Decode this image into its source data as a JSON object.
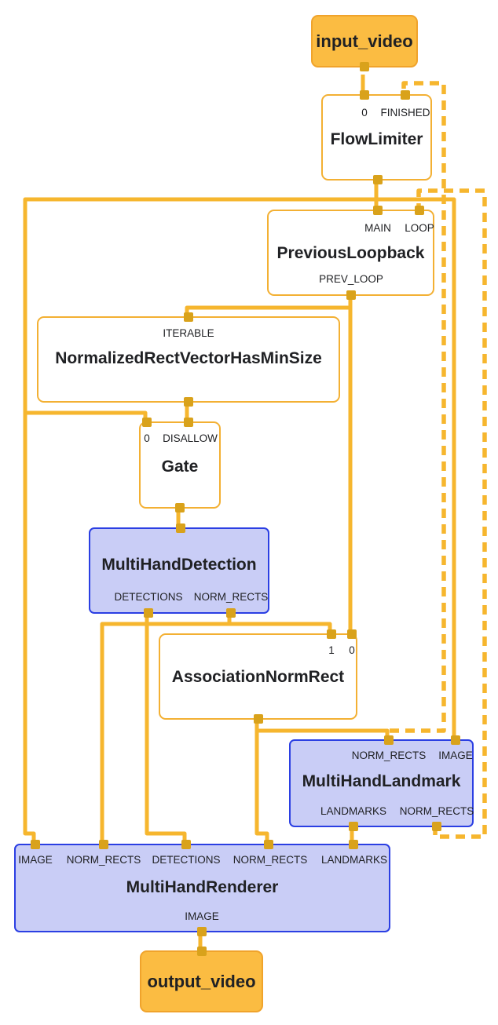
{
  "graph": {
    "streams": {
      "input_video": "input_video",
      "output_video": "output_video"
    },
    "nodes": {
      "flow_limiter": {
        "title": "FlowLimiter",
        "in_0": "0",
        "in_finished": "FINISHED"
      },
      "previous_loopback": {
        "title": "PreviousLoopback",
        "in_main": "MAIN",
        "in_loop": "LOOP",
        "out_prev_loop": "PREV_LOOP"
      },
      "normalized_rect_vector_has_min_size": {
        "title": "NormalizedRectVectorHasMinSize",
        "in_iterable": "ITERABLE"
      },
      "gate": {
        "title": "Gate",
        "in_0": "0",
        "in_disallow": "DISALLOW"
      },
      "multi_hand_detection": {
        "title": "MultiHandDetection",
        "out_detections": "DETECTIONS",
        "out_norm_rects": "NORM_RECTS"
      },
      "association_norm_rect": {
        "title": "AssociationNormRect",
        "in_1": "1",
        "in_0": "0"
      },
      "multi_hand_landmark": {
        "title": "MultiHandLandmark",
        "in_norm_rects": "NORM_RECTS",
        "in_image": "IMAGE",
        "out_landmarks": "LANDMARKS",
        "out_norm_rects": "NORM_RECTS"
      },
      "multi_hand_renderer": {
        "title": "MultiHandRenderer",
        "in_image": "IMAGE",
        "in_norm_rects_1": "NORM_RECTS",
        "in_detections": "DETECTIONS",
        "in_norm_rects_2": "NORM_RECTS",
        "in_landmarks": "LANDMARKS",
        "out_image": "IMAGE"
      }
    },
    "edges": [
      {
        "from": "input_video",
        "to": "FlowLimiter:0",
        "style": "solid"
      },
      {
        "from": "FlowLimiter",
        "to": "PreviousLoopback:MAIN",
        "style": "solid"
      },
      {
        "from": "FlowLimiter",
        "to": "Gate:0",
        "style": "solid"
      },
      {
        "from": "FlowLimiter",
        "to": "MultiHandLandmark:IMAGE",
        "style": "solid"
      },
      {
        "from": "FlowLimiter",
        "to": "MultiHandRenderer:IMAGE",
        "style": "solid"
      },
      {
        "from": "PreviousLoopback:PREV_LOOP",
        "to": "NormalizedRectVectorHasMinSize:ITERABLE",
        "style": "solid"
      },
      {
        "from": "PreviousLoopback:PREV_LOOP",
        "to": "AssociationNormRect:0",
        "style": "solid"
      },
      {
        "from": "NormalizedRectVectorHasMinSize",
        "to": "Gate:DISALLOW",
        "style": "solid"
      },
      {
        "from": "Gate",
        "to": "MultiHandDetection",
        "style": "solid"
      },
      {
        "from": "MultiHandDetection:DETECTIONS",
        "to": "MultiHandRenderer:DETECTIONS",
        "style": "solid"
      },
      {
        "from": "MultiHandDetection:NORM_RECTS",
        "to": "MultiHandRenderer:NORM_RECTS",
        "style": "solid"
      },
      {
        "from": "MultiHandDetection:NORM_RECTS",
        "to": "AssociationNormRect:1",
        "style": "solid"
      },
      {
        "from": "AssociationNormRect",
        "to": "MultiHandLandmark:NORM_RECTS",
        "style": "solid"
      },
      {
        "from": "AssociationNormRect",
        "to": "MultiHandRenderer:NORM_RECTS",
        "style": "solid"
      },
      {
        "from": "AssociationNormRect",
        "to": "FlowLimiter:FINISHED",
        "style": "dashed"
      },
      {
        "from": "MultiHandLandmark:LANDMARKS",
        "to": "MultiHandRenderer:LANDMARKS",
        "style": "solid"
      },
      {
        "from": "MultiHandLandmark:NORM_RECTS",
        "to": "PreviousLoopback:LOOP",
        "style": "dashed"
      },
      {
        "from": "MultiHandRenderer:IMAGE",
        "to": "output_video",
        "style": "solid"
      }
    ],
    "colors": {
      "edge": "#F6B62E",
      "port": "#D9A21B",
      "stream_fill": "#FBBC42",
      "stream_border": "#F0A32B",
      "calculator_border": "#F3B033",
      "subgraph_fill": "#C9CDF6",
      "subgraph_border": "#2B3FE3",
      "text": "#202124"
    }
  }
}
